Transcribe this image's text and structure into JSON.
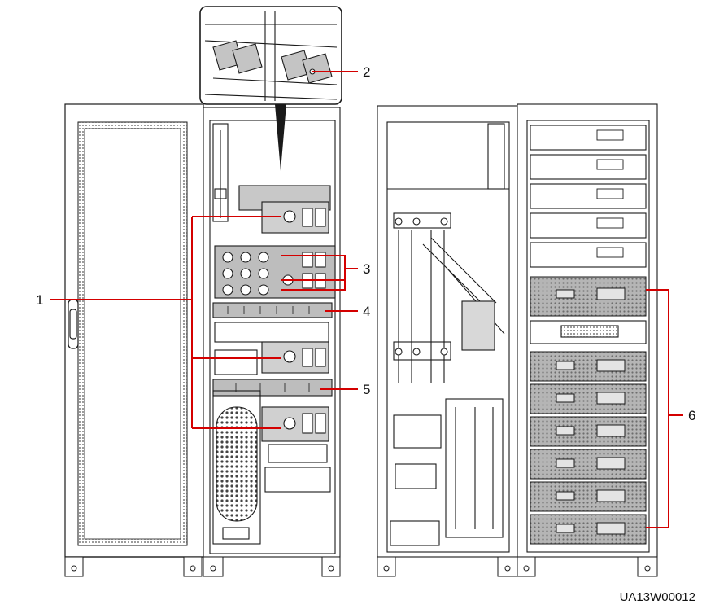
{
  "figure": {
    "id_label": "UA13W00012"
  },
  "callouts": [
    {
      "number": "1",
      "target": "circuit breakers"
    },
    {
      "number": "2",
      "target": "top busbars (detail inset)"
    },
    {
      "number": "3",
      "target": "breaker group"
    },
    {
      "number": "4",
      "target": "copper bar"
    },
    {
      "number": "5",
      "target": "copper bar"
    },
    {
      "number": "6",
      "target": "module slots"
    }
  ],
  "colors": {
    "line": "#1a1a1a",
    "callout": "#d40000",
    "panel_fill": "#bdbdbd",
    "mesh_fill": "#9a9a9a"
  }
}
